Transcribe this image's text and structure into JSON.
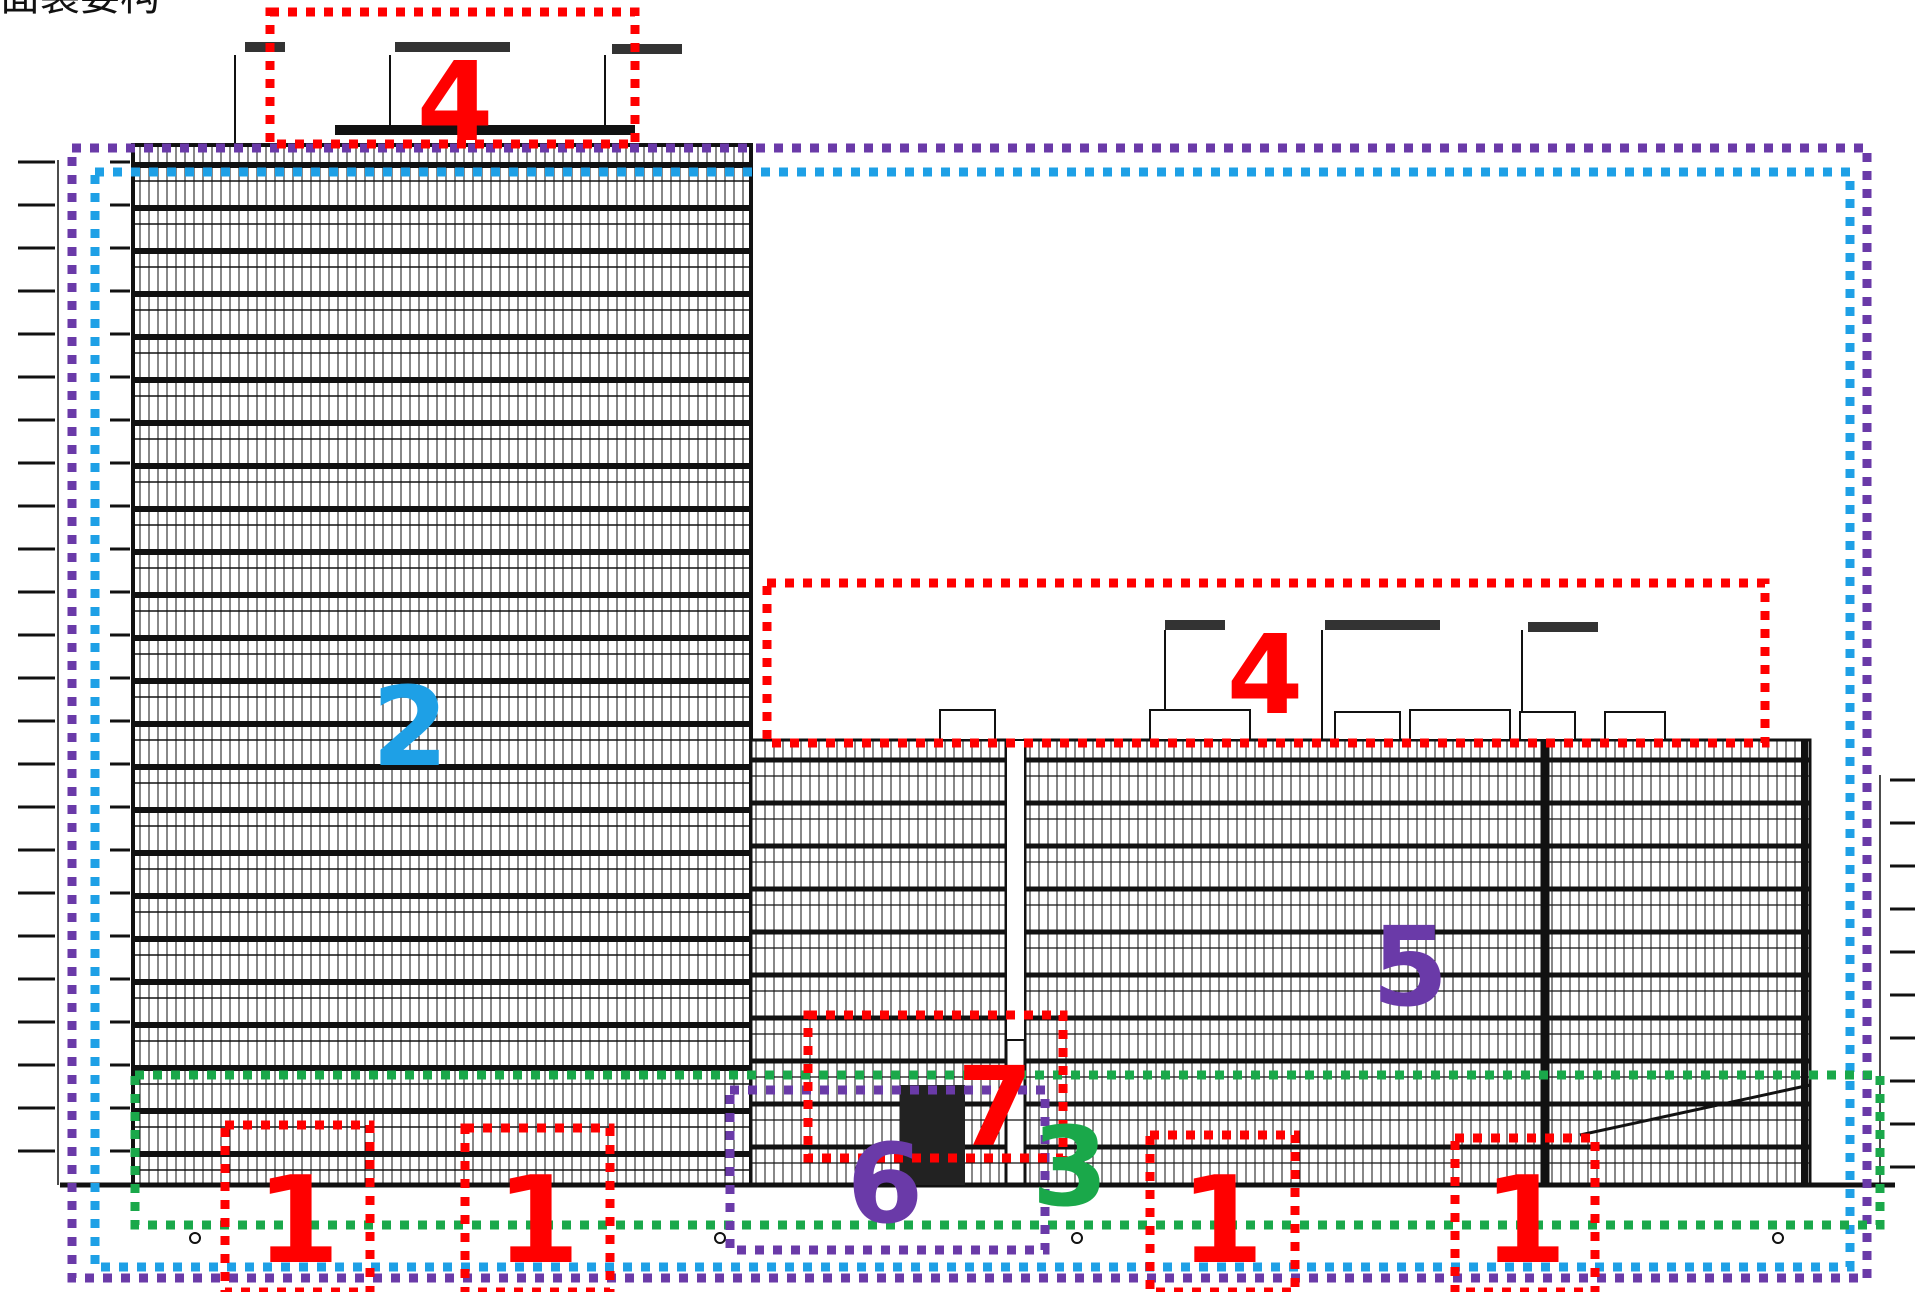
{
  "header": {
    "title_fragment": "面装要构"
  },
  "zones": [
    {
      "id": "base-panel-1",
      "number": "1",
      "color": "#ff0000"
    },
    {
      "id": "base-panel-2",
      "number": "1",
      "color": "#ff0000"
    },
    {
      "id": "base-panel-3",
      "number": "1",
      "color": "#ff0000"
    },
    {
      "id": "base-panel-4",
      "number": "1",
      "color": "#ff0000"
    },
    {
      "id": "tower-curtain-wall",
      "number": "2",
      "color": "#1ea0e6"
    },
    {
      "id": "podium-base",
      "number": "3",
      "color": "#1aa84a"
    },
    {
      "id": "roof-tower",
      "number": "4",
      "color": "#ff0000"
    },
    {
      "id": "roof-podium",
      "number": "4",
      "color": "#ff0000"
    },
    {
      "id": "overall-facade",
      "number": "5",
      "color": "#6a3aa8"
    },
    {
      "id": "entrance",
      "number": "6",
      "color": "#6a3aa8"
    },
    {
      "id": "canopy",
      "number": "7",
      "color": "#ff0000"
    }
  ],
  "colors": {
    "red": "#ff0000",
    "blue": "#1ea0e6",
    "green": "#1aa84a",
    "purple": "#6a3aa8",
    "drawing": "#111111"
  }
}
